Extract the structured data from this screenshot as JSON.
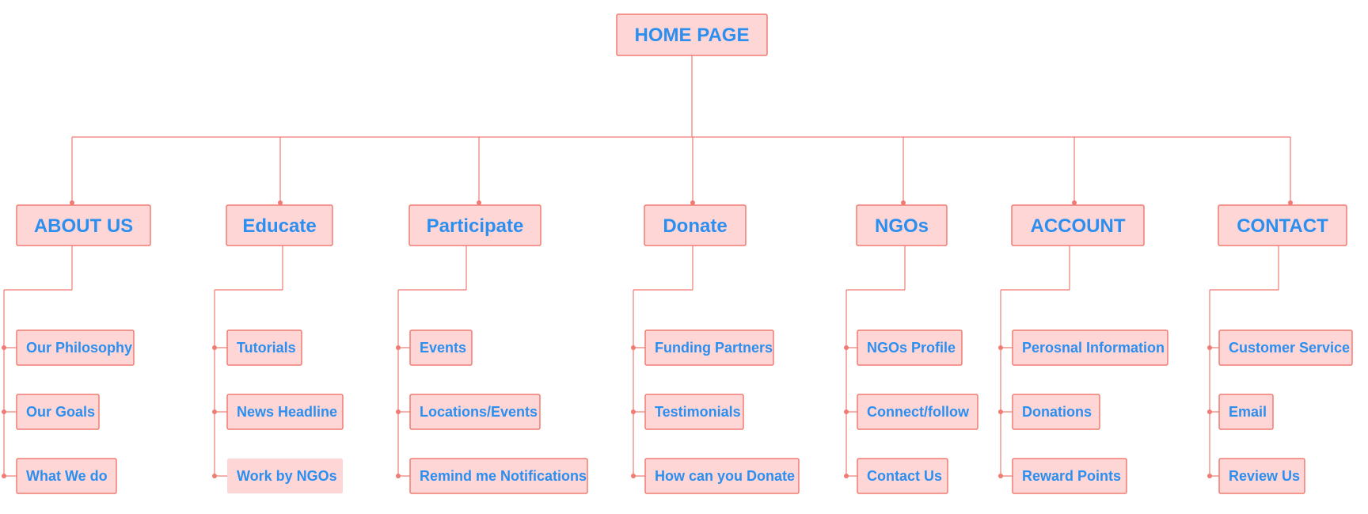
{
  "colors": {
    "line": "#f07b73",
    "box_fill": "#ffd6d6",
    "box_stroke": "#f07b73",
    "text": "#2b8ff0"
  },
  "root": {
    "label": "HOME PAGE"
  },
  "sections": [
    {
      "label": "ABOUT US",
      "items": [
        {
          "label": "Our Philosophy"
        },
        {
          "label": "Our Goals"
        },
        {
          "label": "What We do"
        }
      ]
    },
    {
      "label": "Educate",
      "items": [
        {
          "label": "Tutorials"
        },
        {
          "label": "News Headline"
        },
        {
          "label": "Work by NGOs",
          "highlighted": true
        }
      ]
    },
    {
      "label": "Participate",
      "items": [
        {
          "label": "Events"
        },
        {
          "label": "Locations/Events"
        },
        {
          "label": "Remind me Notifications"
        }
      ]
    },
    {
      "label": "Donate",
      "items": [
        {
          "label": "Funding Partners"
        },
        {
          "label": "Testimonials"
        },
        {
          "label": "How can you Donate"
        }
      ]
    },
    {
      "label": "NGOs",
      "items": [
        {
          "label": "NGOs Profile"
        },
        {
          "label": "Connect/follow"
        },
        {
          "label": "Contact Us"
        }
      ]
    },
    {
      "label": "ACCOUNT",
      "items": [
        {
          "label": "Perosnal Information"
        },
        {
          "label": "Donations"
        },
        {
          "label": "Reward Points"
        }
      ]
    },
    {
      "label": "CONTACT",
      "items": [
        {
          "label": "Customer Service"
        },
        {
          "label": "Email"
        },
        {
          "label": "Review Us"
        }
      ]
    }
  ]
}
